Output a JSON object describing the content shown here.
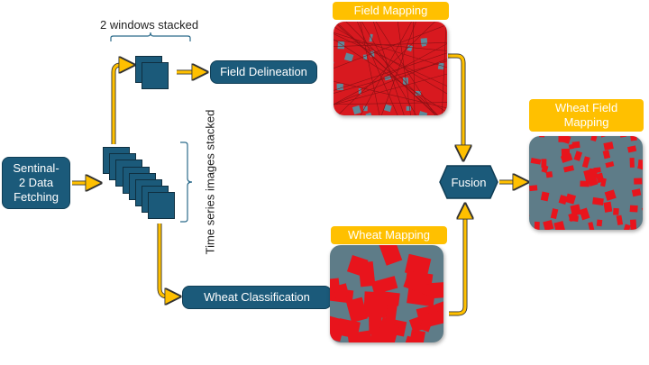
{
  "nodes": {
    "sentinel": "Sentinal-\n2 Data\nFetching",
    "field_delineation": "Field Delineation",
    "wheat_classification": "Wheat Classification",
    "fusion": "Fusion"
  },
  "annotations": {
    "windows_stacked": "2 windows stacked",
    "time_series_stacked": "Time series images stacked"
  },
  "map_labels": {
    "field_mapping": "Field Mapping",
    "wheat_mapping": "Wheat Mapping",
    "wheat_field_mapping": "Wheat Field Mapping"
  },
  "stack_counts": {
    "time_series_tiles": 8,
    "window_tiles": 2
  },
  "colors": {
    "node_fill": "#1b5a7a",
    "arrow_fill": "#ffc000",
    "tag_fill": "#ffc000",
    "map_red": "#e8141c",
    "map_gray": "#5e7c88"
  }
}
